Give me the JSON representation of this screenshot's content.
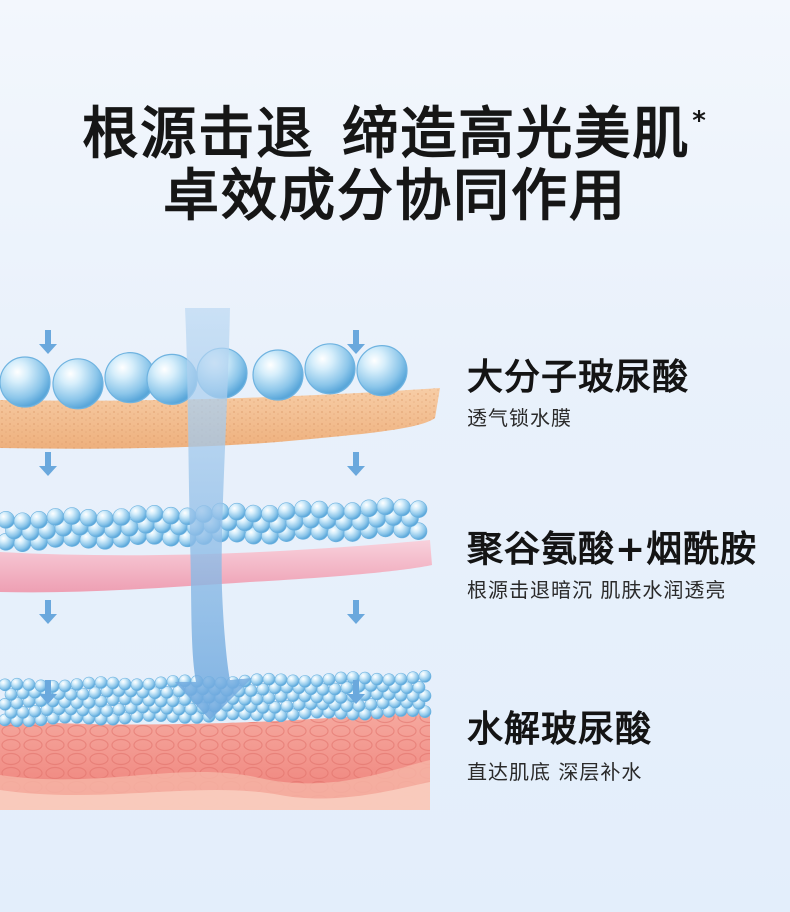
{
  "headline": {
    "line1_part1": "根源击退",
    "line1_part2": "缔造高光美肌",
    "line1_mark": "*",
    "line2": "卓效成分协同作用"
  },
  "layers": [
    {
      "title": "大分子玻尿酸",
      "subtitle": "透气锁水膜"
    },
    {
      "title": "聚谷氨酸+烟酰胺",
      "subtitle": "根源击退暗沉 肌肤水润透亮"
    },
    {
      "title": "水解玻尿酸",
      "subtitle": "直达肌底 深层补水"
    }
  ],
  "colors": {
    "arrow": "#7bb2e3",
    "skin_top": "#f1b98a",
    "skin_mid": "#f3b6c6",
    "skin_bottom": "#f28e86",
    "bubble": "#9fd1ee"
  }
}
